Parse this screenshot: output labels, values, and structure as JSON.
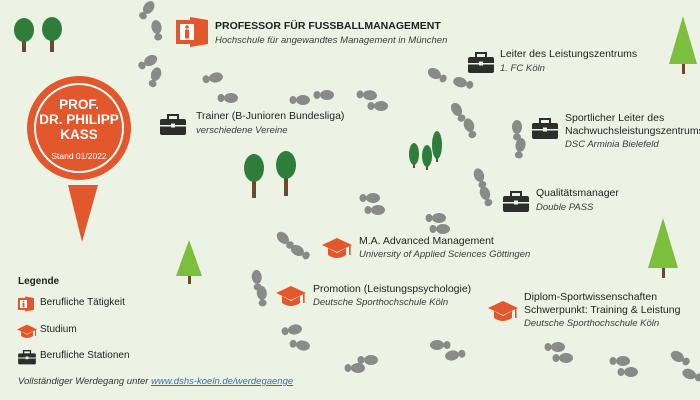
{
  "pin": {
    "name_lines": [
      "PROF.",
      "DR. PHILIPP",
      "KASS"
    ],
    "stand": "Stand 01/2022"
  },
  "entries": [
    {
      "id": "professor",
      "kind": "beruf",
      "title": "PROFESSOR FÜR FUSSBALLMANAGEMENT",
      "subtitle": "Hochschule für angewandtes Management in München",
      "bold": true
    },
    {
      "id": "leiter-lz",
      "kind": "station",
      "title": "Leiter des Leistungszentrums",
      "subtitle": "1. FC Köln"
    },
    {
      "id": "trainer",
      "kind": "station",
      "title": "Trainer (B-Junioren Bundesliga)",
      "subtitle": "verschiedene Vereine"
    },
    {
      "id": "sportlicher-leiter",
      "kind": "station",
      "title": "Sportlicher Leiter des\nNachwuchsleistungszentrums",
      "subtitle": "DSC Arminia Bielefeld"
    },
    {
      "id": "qualitaet",
      "kind": "station",
      "title": "Qualitätsmanager",
      "subtitle": "Double PASS"
    },
    {
      "id": "ma",
      "kind": "studium",
      "title": "M.A. Advanced Management",
      "subtitle": "University of Applied Sciences Göttingen"
    },
    {
      "id": "promotion",
      "kind": "studium",
      "title": "Promotion (Leistungspsychologie)",
      "subtitle": "Deutsche Sporthochschule Köln"
    },
    {
      "id": "diplom",
      "kind": "studium",
      "title": "Diplom-Sportwissenschaften\nSchwerpunkt: Training & Leistung",
      "subtitle": "Deutsche Sporthochschule Köln"
    }
  ],
  "legend": {
    "heading": "Legende",
    "items": [
      {
        "kind": "beruf",
        "label": "Berufliche Tätigkeit"
      },
      {
        "kind": "studium",
        "label": "Studium"
      },
      {
        "kind": "station",
        "label": "Berufliche Stationen"
      }
    ]
  },
  "footer": {
    "text": "Vollständiger Werdegang unter ",
    "link": "www.dshs-koeln.de/werdegaenge"
  },
  "colors": {
    "background": "#edf3e4",
    "accent_orange": "#e2572b",
    "icon_dark": "#2d2d2d",
    "tree_green": "#2f7d3a",
    "shoeprint_gray": "#8a8a8a"
  }
}
